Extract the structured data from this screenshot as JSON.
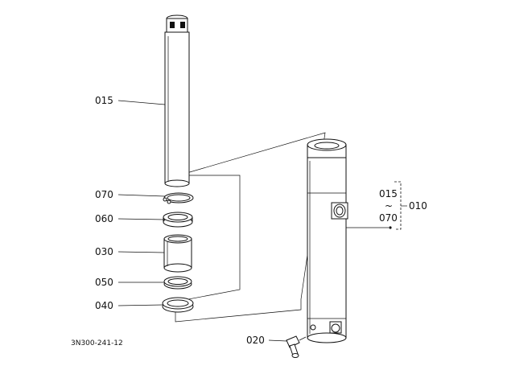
{
  "diagram": {
    "drawing_code": "3N300-241-12",
    "parts": [
      {
        "id": "015",
        "label": "015"
      },
      {
        "id": "070",
        "label": "070"
      },
      {
        "id": "060",
        "label": "060"
      },
      {
        "id": "030",
        "label": "030"
      },
      {
        "id": "050",
        "label": "050"
      },
      {
        "id": "040",
        "label": "040"
      },
      {
        "id": "020",
        "label": "020"
      }
    ],
    "assembly": {
      "label": "010",
      "range_from": "015",
      "range_sep": "~",
      "range_to": "070"
    }
  }
}
